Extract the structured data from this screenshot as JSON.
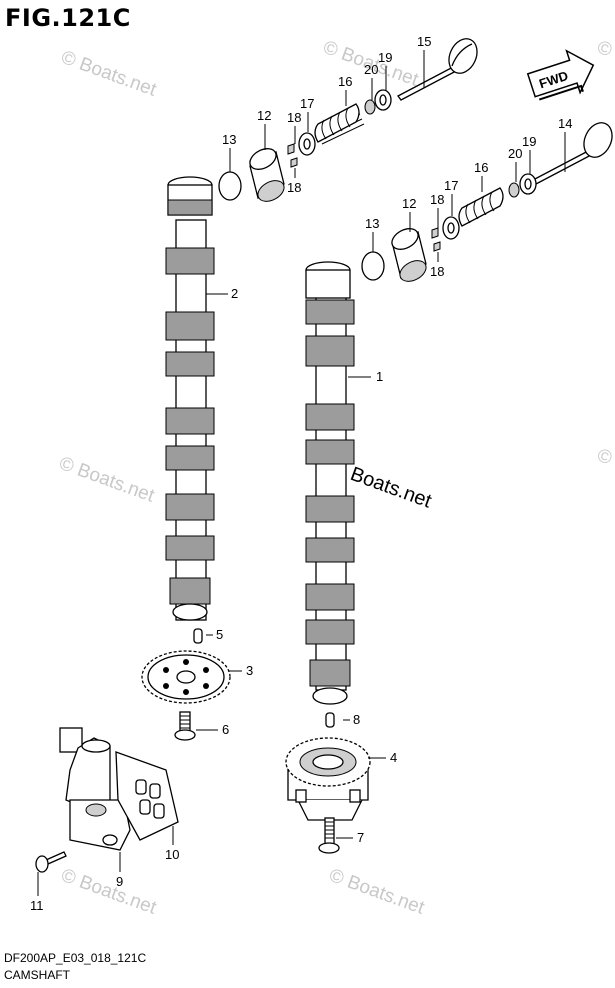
{
  "figure": {
    "title": "FIG.121C",
    "code": "DF200AP_E03_018_121C",
    "name": "CAMSHAFT"
  },
  "fwd_label": "FWD",
  "watermark_main": "© Boats.net",
  "watermark_faint": "© Boats.net",
  "callouts": {
    "c1": "1",
    "c2": "2",
    "c3": "3",
    "c4": "4",
    "c5": "5",
    "c6": "6",
    "c7": "7",
    "c8": "8",
    "c9": "9",
    "c10": "10",
    "c11": "11",
    "c12a": "12",
    "c12b": "12",
    "c13a": "13",
    "c13b": "13",
    "c14": "14",
    "c15": "15",
    "c16a": "16",
    "c16b": "16",
    "c17a": "17",
    "c17b": "17",
    "c18a": "18",
    "c18b": "18",
    "c18c": "18",
    "c18d": "18",
    "c19a": "19",
    "c19b": "19",
    "c20a": "20",
    "c20b": "20"
  },
  "icons": [
    "fwd-arrow-icon"
  ]
}
